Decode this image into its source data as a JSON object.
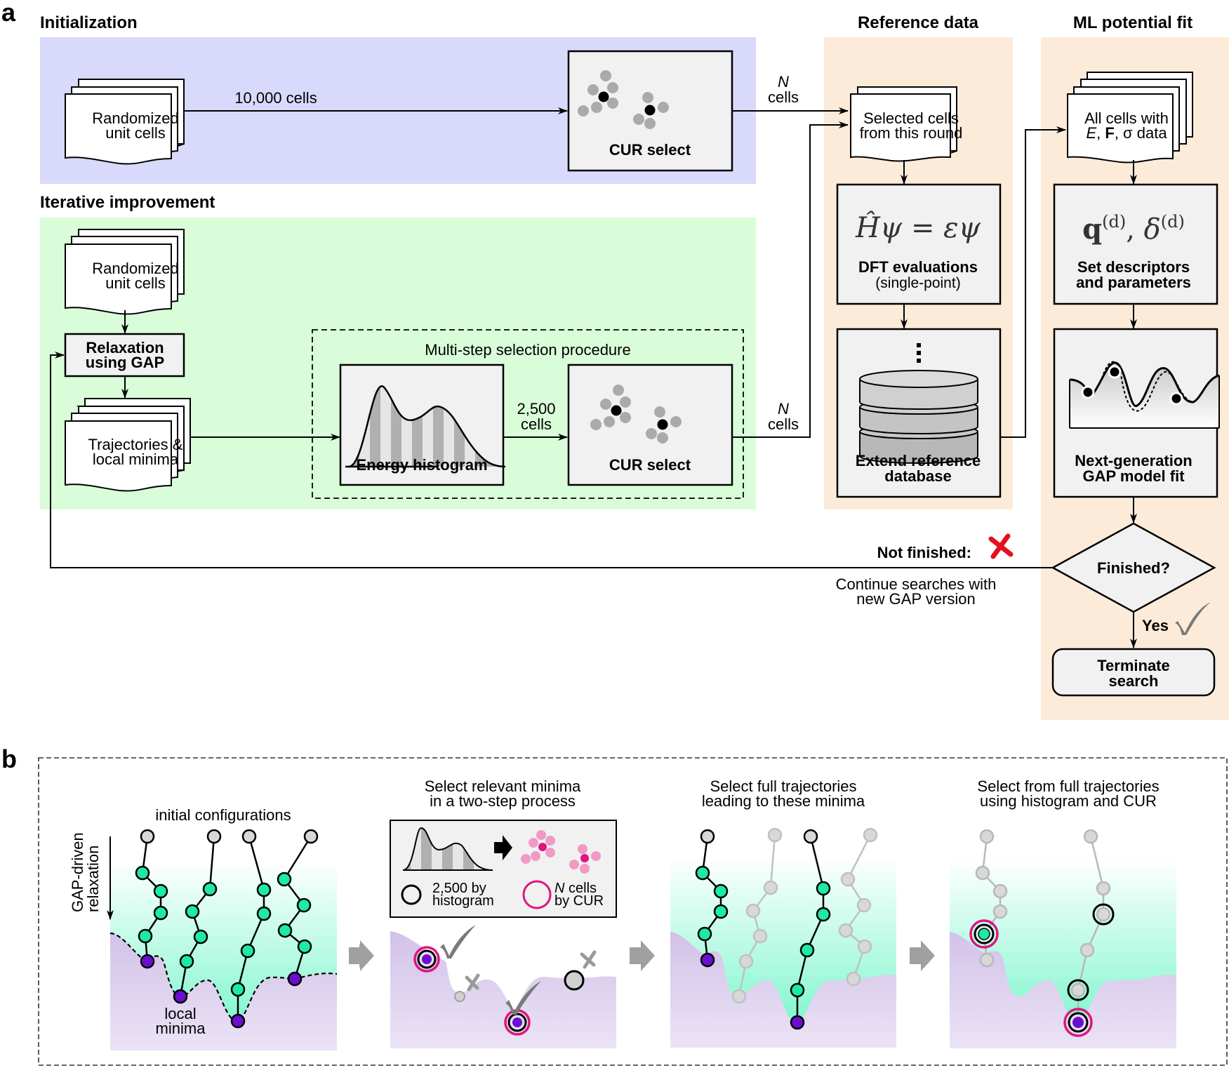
{
  "panel_a": {
    "label": "a",
    "sections": {
      "initialization": "Initialization",
      "iterative": "Iterative improvement",
      "reference": "Reference data",
      "ml_fit": "ML potential fit"
    },
    "init_docs": [
      "Randomized",
      "unit cells"
    ],
    "init_arrow": "10,000 cells",
    "init_cur": "CUR select",
    "n_cells_top": [
      "N",
      "cells"
    ],
    "iter_docs": [
      "Randomized",
      "unit cells"
    ],
    "relaxation": [
      "Relaxation",
      "using GAP"
    ],
    "trajectories": [
      "Trajectories &",
      "local minima"
    ],
    "multistep_title": "Multi-step selection procedure",
    "energy_histogram": "Energy histogram",
    "mid_arrow": [
      "2,500",
      "cells"
    ],
    "iter_cur": "CUR select",
    "n_cells_bottom": [
      "N",
      "cells"
    ],
    "selected_cells": [
      "Selected cells",
      "from this round"
    ],
    "dft_equation": "Ĥψ = εψ",
    "dft_label": "DFT evaluations",
    "dft_sub": "(single-point)",
    "database_dots": "⋮",
    "database_label": [
      "Extend reference",
      "database"
    ],
    "all_cells": [
      "All cells with",
      "E",
      "F",
      "σ data"
    ],
    "descriptor_formula": [
      "q",
      "(d)",
      "δ",
      "(d)"
    ],
    "descriptor_label": [
      "Set descriptors",
      "and parameters"
    ],
    "gap_fit_label": [
      "Next-generation",
      "GAP model fit"
    ],
    "finished_q": "Finished?",
    "not_finished": "Not finished:",
    "continue_text": [
      "Continue searches with",
      "new GAP version"
    ],
    "yes": "Yes",
    "terminate": [
      "Terminate",
      "search"
    ]
  },
  "panel_b": {
    "label": "b",
    "step1": {
      "title": "initial configurations",
      "axis_label": [
        "GAP-driven",
        "relaxation"
      ],
      "minima_label": [
        "local",
        "minima"
      ]
    },
    "step2": {
      "title": [
        "Select relevant minima",
        "in a two-step process"
      ],
      "legend_histogram": [
        "2,500 by",
        "histogram"
      ],
      "legend_cur": [
        "N",
        " cells",
        "by CUR"
      ]
    },
    "step3": {
      "title": [
        "Select full trajectories",
        "leading to these minima"
      ]
    },
    "step4": {
      "title": [
        "Select from full trajectories",
        "using histogram and CUR"
      ]
    }
  },
  "colors": {
    "init_bg": "#d9d9fb",
    "iter_bg": "#d9fdd9",
    "ref_bg": "#fdebd9",
    "box_fill": "#f1f1f1",
    "teal": "#1de9a8",
    "purple": "#6a0fcf",
    "magenta": "#e0157f",
    "pink": "#f09ac5",
    "red_x": "#e3101e",
    "grey_mark": "#7a7a7a"
  }
}
